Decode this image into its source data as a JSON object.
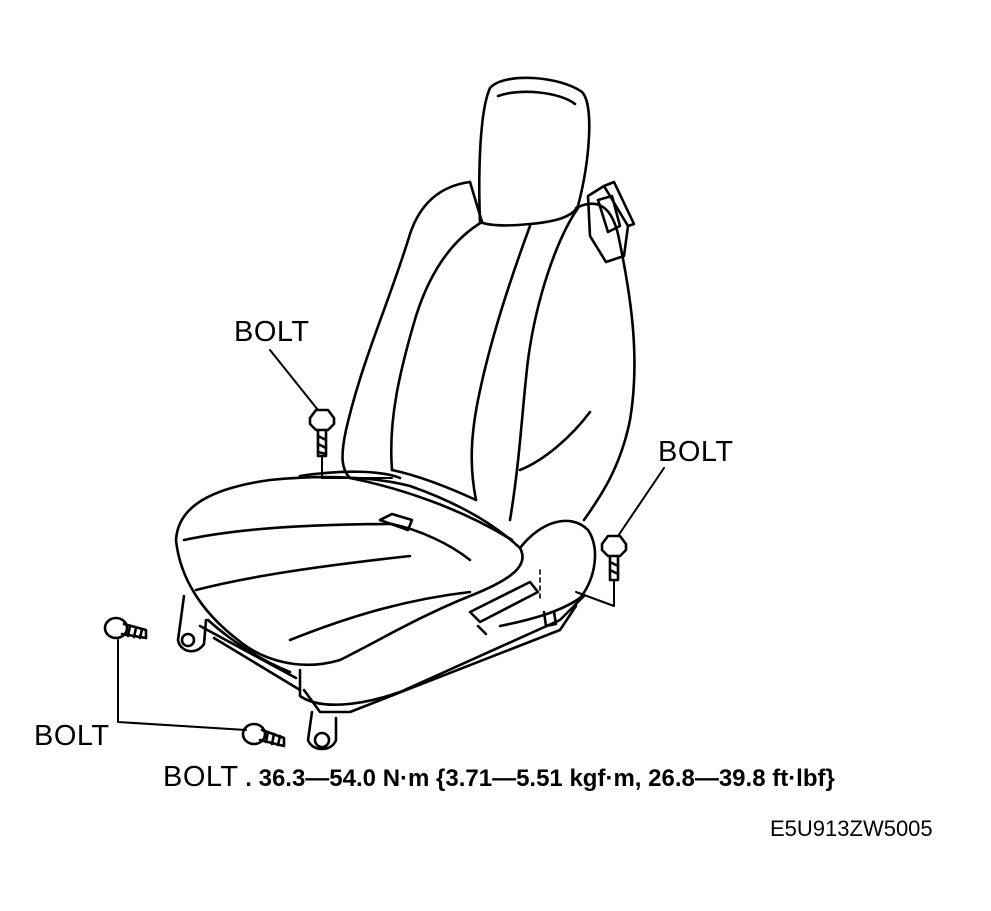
{
  "callouts": {
    "bolt_upper_left": "BOLT",
    "bolt_right": "BOLT",
    "bolt_lower_left": "BOLT"
  },
  "torque_spec": {
    "label": "BOLT",
    "value": " . 36.3—54.0 N·m {3.71—5.51 kgf·m, 26.8—39.8 ft·lbf}"
  },
  "figure_code": "E5U913ZW5005"
}
